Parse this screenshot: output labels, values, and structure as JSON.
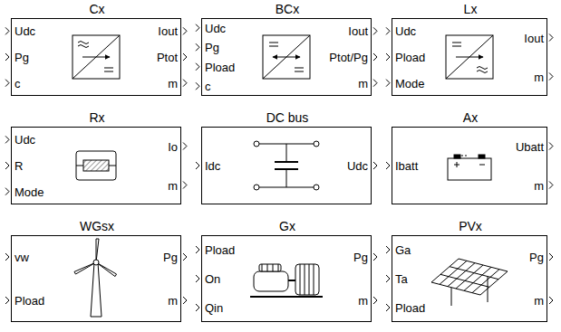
{
  "diagram": {
    "nodes": [
      {
        "text": [
          "Cx",
          "Udc",
          "Pg",
          "c",
          "Iout",
          "Ptot",
          "m"
        ]
      },
      {
        "text": [
          "BCx",
          "Udc",
          "Pg",
          "Pload",
          "c",
          "Iout",
          "Ptot/Pg",
          "m"
        ]
      },
      {
        "text": [
          "Lx",
          "Udc",
          "Pload",
          "Mode",
          "Iout",
          "m"
        ]
      },
      {
        "text": [
          "Rx",
          "Udc",
          "R",
          "Mode",
          "Io",
          "m"
        ]
      },
      {
        "text": [
          "DC bus",
          "Idc",
          "Udc"
        ]
      },
      {
        "text": [
          "Ax",
          "Ibatt",
          "Ubatt",
          "m"
        ]
      },
      {
        "text": [
          "WGsx",
          "vw",
          "Pload",
          "Pg",
          "m"
        ]
      },
      {
        "text": [
          "Gx",
          "Pload",
          "On",
          "Qin",
          "Pg",
          "m"
        ]
      },
      {
        "text": [
          "PVx",
          "Ga",
          "Ta",
          "Pload",
          "Pg",
          "m"
        ]
      }
    ]
  }
}
